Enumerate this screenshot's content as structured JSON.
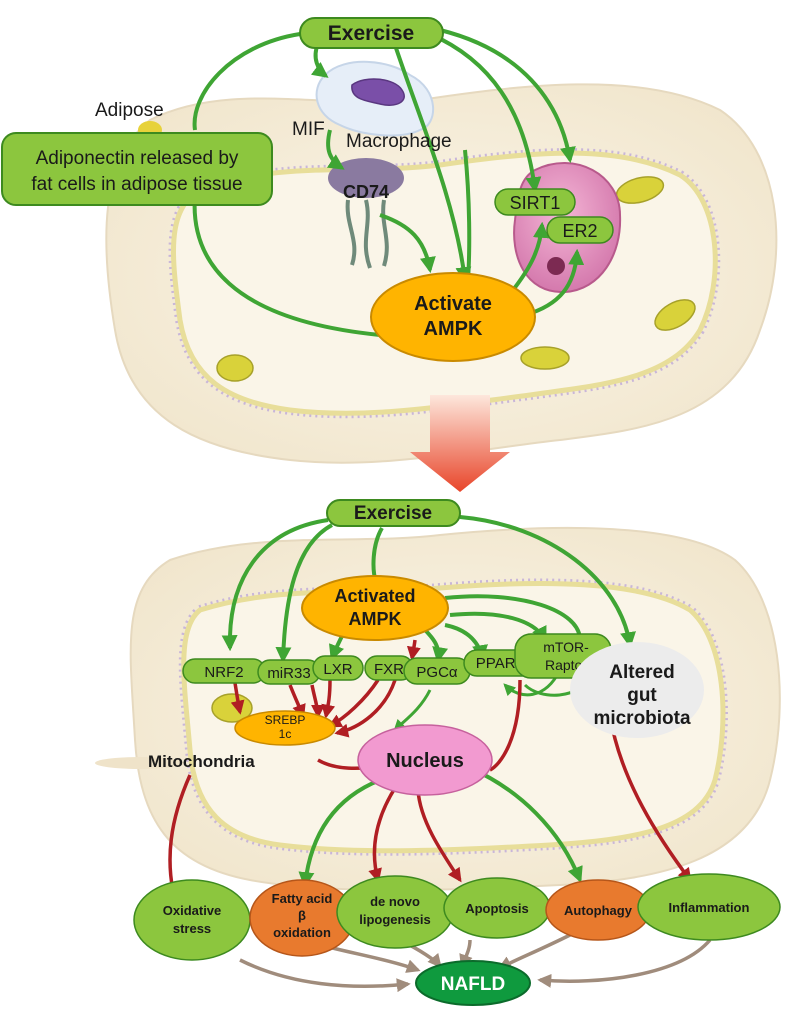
{
  "top": {
    "exercise": "Exercise",
    "adipose": "Adipose",
    "adiponectin_line1": "Adiponectin released by",
    "adiponectin_line2": "fat cells in adipose tissue",
    "mif": "MIF",
    "macrophage": "Macrophage",
    "cd74": "CD74",
    "sirt1": "SIRT1",
    "er2": "ER2",
    "ampk_line1": "Activate",
    "ampk_line2": "AMPK"
  },
  "bottom": {
    "exercise": "Exercise",
    "ampk_line1": "Activated",
    "ampk_line2": "AMPK",
    "nrf2": "NRF2",
    "mir33": "miR33",
    "lxr": "LXR",
    "fxr": "FXR",
    "pgca": "PGCα",
    "ppara": "PPARα",
    "mtor_line1": "mTOR-",
    "mtor_line2": "Raptor",
    "gut_line1": "Altered",
    "gut_line2": "gut",
    "gut_line3": "microbiota",
    "srebp_line1": "SREBP",
    "srebp_line2": "1c",
    "mitochondria": "Mitochondria",
    "nucleus": "Nucleus",
    "oxidative_line1": "Oxidative",
    "oxidative_line2": "stress",
    "fao_line1": "Fatty acid",
    "fao_line2": "β",
    "fao_line3": "oxidation",
    "dnl_line1": "de novo",
    "dnl_line2": "lipogenesis",
    "apoptosis": "Apoptosis",
    "autophagy": "Autophagy",
    "inflammation": "Inflammation",
    "nafld": "NAFLD"
  },
  "colors": {
    "green_node": "#8cc63e",
    "green_stroke": "#3d8a1f",
    "orange_node": "#ffb400",
    "orange_effect": "#e87a2e",
    "pink_nucleus": "#f29ad0",
    "dark_green": "#0f9a3e",
    "arrow_green": "#3fa534",
    "arrow_red": "#b01e23",
    "arrow_brown": "#a08c7c",
    "cell_fill": "#f6efdf",
    "membrane": "#c9b6d9"
  }
}
